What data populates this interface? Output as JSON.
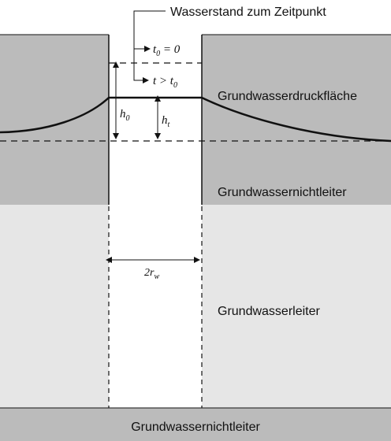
{
  "colors": {
    "aquitard_upper": "#bbbbbb",
    "aquifer": "#e6e6e6",
    "aquitard_bottom": "#bbbbbb",
    "line": "#111111",
    "well": "#ffffff"
  },
  "labels": {
    "title": "Wasserstand zum Zeitpunkt",
    "t0_prefix": "t",
    "t0_sub": "0",
    "t0_suffix": " = 0",
    "t_gt_prefix": "t > t",
    "t_gt_sub": "0",
    "h0_main": "h",
    "h0_sub": "0",
    "ht_main": "h",
    "ht_sub": "t",
    "piezometric_surface": "Grundwasserdruckfläche",
    "aquitard_upper": "Grundwassernichtleiter",
    "radius_main": "2r",
    "radius_sub": "w",
    "aquifer": "Grundwasserleiter",
    "aquitard_bottom": "Grundwassernichtleiter"
  }
}
